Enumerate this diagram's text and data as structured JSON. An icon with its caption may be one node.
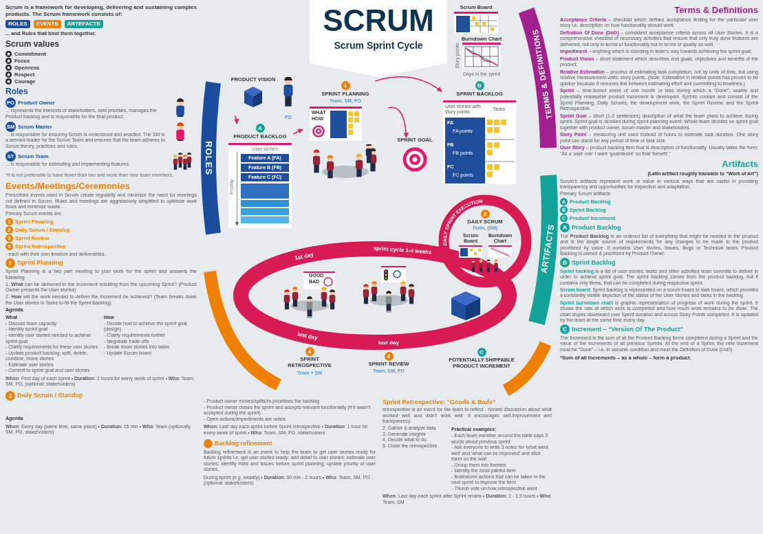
{
  "diagram": {
    "title": "SCRUM",
    "nodes": [
      {
        "text": [
          "PRODUCT VISION"
        ]
      },
      {
        "text": [
          "A",
          "PRODUCT BACKLOG",
          "User stories",
          "Feature A (FA)",
          "Feature B (FB)",
          "Feature C (FC)",
          "Priority"
        ]
      },
      {
        "text": [
          "1",
          "SPRINT PLANNING",
          "Team, SM, PO",
          "WHAT",
          "HOW"
        ]
      },
      {
        "text": [
          "SPRINT GOAL"
        ]
      },
      {
        "text": [
          "B",
          "SPRINT BACKLOG",
          "User stories with story points",
          "Tasks",
          "FA",
          "FA points",
          "FB",
          "FB points",
          "FC",
          "FC points"
        ]
      },
      {
        "text": [
          "2",
          "DAILY SCRUM",
          "Team, (SM)",
          "Scrum Board",
          "Burndown Chart"
        ]
      },
      {
        "text": [
          "C",
          "POTENTIALLY SHIPPABLE PRODUCT INCREMENT"
        ]
      },
      {
        "text": [
          "3",
          "SPRINT REVIEW",
          "Team, SM, PO"
        ]
      },
      {
        "text": [
          "4",
          "SPRINT RETROSPECTIVE",
          "Team + SM"
        ]
      }
    ],
    "edges": [
      {
        "from": 0,
        "to": 1,
        "arrow": "to"
      },
      {
        "from": 1,
        "to": 2,
        "arrow": "to"
      },
      {
        "from": 2,
        "to": 3,
        "arrow": "to"
      },
      {
        "from": 2,
        "to": 4,
        "arrow": "to"
      }
    ],
    "labels": [
      "Scrum is a framework for developing, delivering and sustaining complex products. The Scrum framework consists of:",
      "ROLES",
      "EVENTS",
      "ARTEFACTS",
      "... and Rules that bind them together.",
      "Scrum values",
      "Commitment",
      "Focus",
      "Openness",
      "Respect",
      "Courage",
      "Roles",
      "PO",
      "Product Owner",
      "... represents the interests of stakeholders, sets priorities, manages the Product backlog and is responsible for the final product.",
      "SM",
      "Scrum Master",
      "... is responsible for ensuring Scrum is understood and enacted. The SM is a servant-leader for the Scrum Team and ensures that the team adheres to Scrum theory, practices and rules.",
      "ST",
      "Scrum Team",
      "... is responsible for estimating and implementing features.",
      "*It is not preferable to have fewer than two and more than nine team members.",
      "Events/Meetings/Ceremonies",
      "Prescribed events used in Scrum create regularity and minimize the need for meetings not defined in Scrum. Rules and meetings are aggressively simplified to optimise work flows and minimise waste.",
      "Primary Scrum events are:",
      "1",
      "Sprint Planning",
      "2",
      "Daily Scrum / Standup",
      "3",
      "Sprint Review",
      "4",
      "Sprint Retrospective",
      "- each with their own timebox and deliverables.",
      "1",
      "Sprint Planning",
      "Sprint Planning is a two part meeting to plan work for the sprint and answers the following:",
      "1. **What** can be delivered in the Increment resulting from the upcoming Sprint? (Product Owner presents the User stories)",
      "2. **How** will the work needed to deliver the Increment be achieved? (Team breaks down the User stories in Tasks to fill the Sprint Backlog)",
      "Agenda",
      "What",
      "- Discuss team capacity",
      "- Identify sprint goal",
      "- Identify user stories needed to achieve sprint goal",
      "- Clarify requirements for these user stories",
      "- Update product backlog: split, delete, combine, move stories",
      "- Estimate user stories",
      "- Commit to sprint goal and user stories",
      "How",
      "- Decide how to achieve the sprint goal (design)",
      "- Clarify requirements further",
      "- Negotiate trade-offs",
      "- Break down stories into tasks",
      "- Update Scrum board",
      "**When**: First day of each sprint • **Duration**: 2 hours for every week of sprint • **Who**: Team, SM, PO, (optional: stakeholders)",
      "2",
      "Daily Scrum / Standup",
      "Agenda",
      "**When**: Every day (same time, same place) • **Duration**: 15 min • **Who**: Team (optionally SM, PO, stakeholders)",
      "Scrum Sprint Cycle",
      "ROLES",
      "PO",
      "1st day",
      "sprint cycle 1-4 weeks",
      "DAILY SPRINT EXECUTION",
      "last day",
      "last day",
      "TERMS & DEFINITIONS",
      "ARTIFACTS",
      "Scrum Board",
      "Burndown Chart",
      "Story points",
      "Days in the sprint",
      "GOOD",
      "BAD",
      "- Product owner moves/splits/re-prioritizes the backlog",
      "- Product owner closes the sprint and accepts relevant functionality (if it wasn't accepted during the sprint)",
      "- Open actions/impediments are noted",
      "**When**: Last day each sprint before Sprint retrospective • **Duration**: 1 hour for every week of sprint • **Who**: Team, SM, PO, stakeholders",
      "Terms & Definitions",
      "**Acceptance Criteria** – checklist which defines acceptance testing for the particular user story i.e. description on how functionality should work.",
      "**Definition Of Done (DoD)** – consistent acceptance criteria across all User Stories. It is a comprehensive checklist of necessary activities that ensure that only truly done features are delivered, not only in terms of functionality but in terms of quality as well.",
      "**Impediment** – anything which is standing in team's way towards achieving the sprint goal.",
      "**Product Vision** – short statement which describes end goals, objectives and benefits of the product.",
      "**Relative Estimation** – process of estimating task completion, not by units of time, but using relative measurement units: story points. (Note: Estimation in relative points has proven to be quicker because it removes link between estimating effort and committing to timelines.)",
      "**Sprint** – time-boxed event of one month or less during which a “Done”, usable and potentially releasable product increment is developed. Sprints contain and consist of the Sprint Planning, Daily Scrums, the development work, the Sprint Review, and the Sprint Retrospective.",
      "**Sprint Goal** – short (1-2 sentences) description of what the team plans to achieve during sprint. Sprint goal is decided during sprint planning event. Whole team decides on sprint goal together with product owner, scrum master and stakeholders.",
      "**Story Point** – measuring unit used instead of hours to estimate task duration. One story point can stand for any period of time or task size.",
      "**User Story** – product backlog item that is description of functionality. Usually takes the form: “As a ‘user role’ I want ‘goal/desire’ so that ‘benefit’.”",
      "Artifacts",
      "(Latin artifact roughly translate to “Work of Art”)",
      "Scrum's artifacts represent work or value in various ways that are useful in providing transparency and opportunities for inspection and adaptation.",
      "Primary Scrum artifacts:",
      "A",
      "Product Backlog",
      "B",
      "Sprint Backlog",
      "C",
      "Product Increment",
      "A",
      "Product Backlog",
      "The **Product Backlog** is an ordered list of everything that might be needed in the product and is the single source of requirements for any changes to be made to the product prioritized by value. It contains User stories, Issues, Bugs or Technical tasks. Product Backlog is owned & prioritized by Product Owner.",
      "B",
      "Sprint Backlog",
      "**Sprint backlog** is a list of user stories, tasks and other activities team commits to deliver in order to achieve sprint goal. The sprint backlog comes from the product backlog, but it contains only items, that can be completed during respective sprint.",
      "**Scrum board**: Sprint backlog is represented on a scrum board or task board, which provides a constantly visible depiction of the status of the User Stories and tasks in the backlog.",
      "**Sprint burndown chart** is graphic representation of progress of work during the sprint. It shows the rate at which work is completed and how much work remains to be done. The chart slopes downward over Sprint duration and across Story Points completed. It is updated by the team at the same time every day.",
      "C",
      "Increment – “Version Of The Product”",
      "The Increment is the sum of all the Product Backlog items completed during a Sprint and the value of the increments of all previous Sprints. At the end of a Sprint, the new Increment must be “Done” – i.e. in useable condition and meet the Definition of Done (DoD).",
      "*Sum of all Increments – as a whole – form a product.",
      "Backlog refinement",
      "Backlog refinement is an event to help the team to get user stories ready for future sprints i.e. get user stories ready; add detail to user stories; estimate user stories; identify risks and issues before sprint planning; update priority of user stories.",
      "During sprint (e.g. weekly) • **Duration**: 30 min - 2 hours • **Who**: Team, SM, PO (optional: stakeholders)",
      "Sprint Retrospective: “Goods & Bads”",
      "retrospective is an event for the team to reflect - honest discussion about what worked well and didn't work well. It encourages self-improvement and transparency.",
      "2. Gather & analyze data",
      "3. Generate insights",
      "4. Decide what to do",
      "5. Close the retrospective",
      "Practical examples:",
      "- Each team member around the table says 3 words about previous sprint",
      "- Ask everyone to write 3 notes for 'what went well' and 'what can be improved' and stick them on the wall",
      "- Group them into themes",
      "- Identify the most painful item",
      "- Brainstorm actions that can be taken in the next sprint to improve the item",
      "- Thumb vote on how retrospective went",
      "**When**: Last day each sprint after Sprint review • **Duration**: 1 - 1.5 hours • **Who**: Team, SM"
    ]
  }
}
